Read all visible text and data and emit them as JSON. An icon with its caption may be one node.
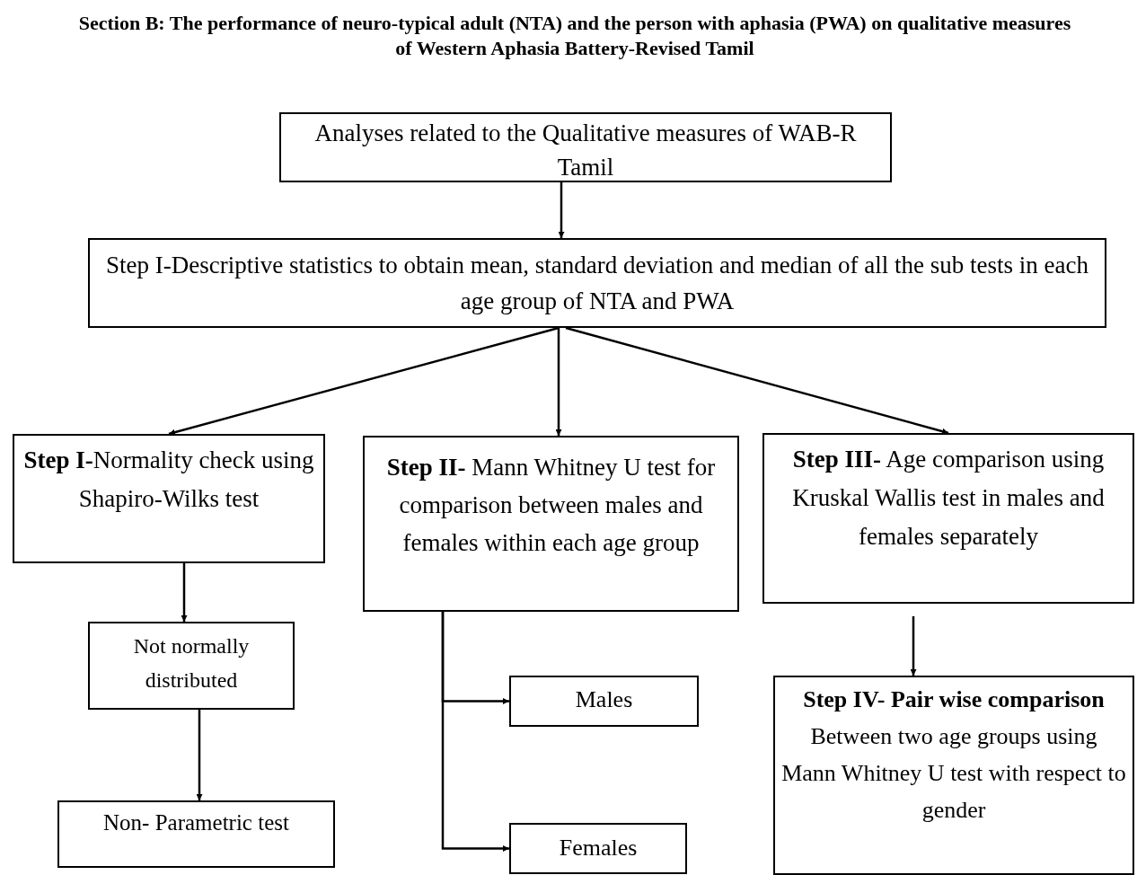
{
  "diagram": {
    "title": "Section B: The performance of neuro-typical adult (NTA) and the person with aphasia (PWA) on qualitative measures of Western Aphasia Battery-Revised Tamil",
    "nodes": [
      {
        "text": [
          "Analyses related to the Qualitative measures of WAB-R Tamil"
        ]
      },
      {
        "text": [
          "Step I-Descriptive statistics to obtain mean, standard deviation and median of all the sub tests in each age group of NTA and PWA"
        ]
      },
      {
        "text": [
          "**Step I-**Normality check using Shapiro-Wilks test"
        ]
      },
      {
        "text": [
          "**Step II-** Mann Whitney U test for comparison between males and females within each age group"
        ]
      },
      {
        "text": [
          "**Step III-** Age comparison using Kruskal Wallis test in males and females separately"
        ]
      },
      {
        "text": [
          "Not normally distributed"
        ]
      },
      {
        "text": [
          "Males"
        ]
      },
      {
        "text": [
          "Non- Parametric test"
        ]
      },
      {
        "text": [
          "Females"
        ]
      },
      {
        "text": [
          "Step IV- Pair wise comparison",
          "Between two age groups using Mann Whitney U test with respect to gender"
        ]
      }
    ],
    "edges": [
      {
        "from": 0,
        "to": 1,
        "arrow": "to"
      },
      {
        "from": 1,
        "to": 2,
        "arrow": "to"
      },
      {
        "from": 1,
        "to": 3,
        "arrow": "to"
      },
      {
        "from": 1,
        "to": 4,
        "arrow": "to"
      },
      {
        "from": 2,
        "to": 5,
        "arrow": "to"
      },
      {
        "from": 5,
        "to": 7,
        "arrow": "to"
      },
      {
        "from": 3,
        "to": 6,
        "arrow": "to"
      },
      {
        "from": 3,
        "to": 8,
        "arrow": "to"
      },
      {
        "from": 4,
        "to": 9,
        "arrow": "to"
      }
    ]
  }
}
